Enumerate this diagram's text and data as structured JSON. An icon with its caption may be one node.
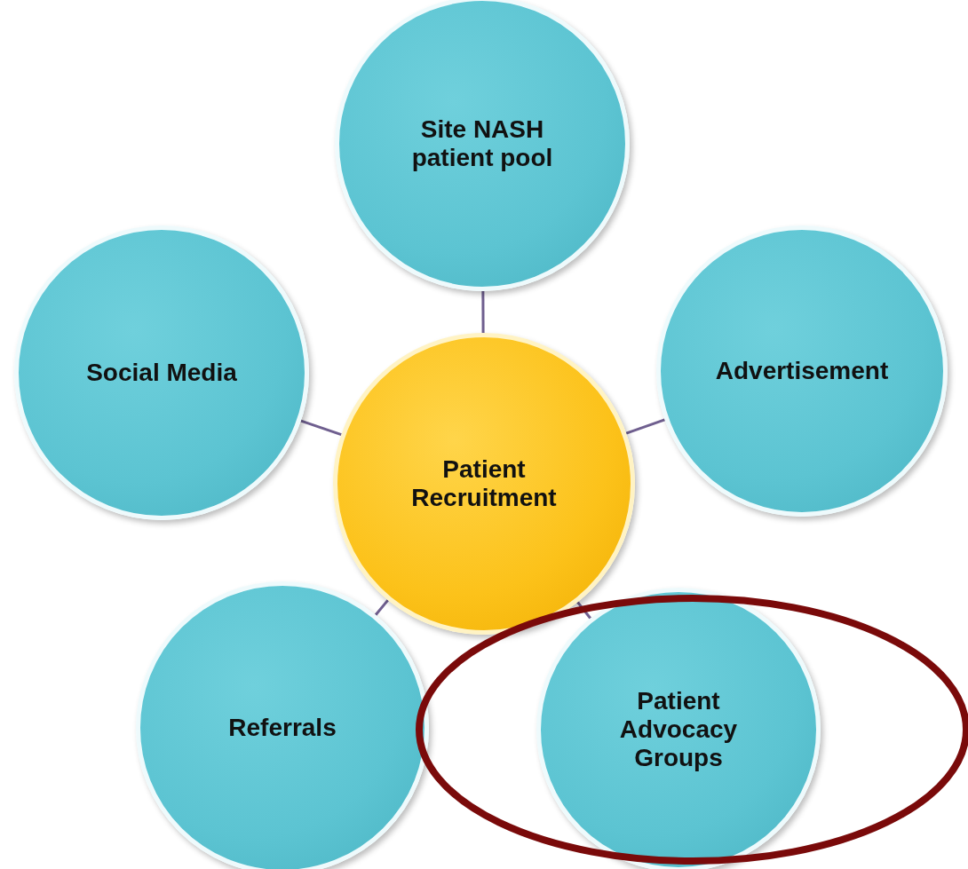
{
  "diagram": {
    "nodes": [
      {
        "text": [
          "Site NASH patient pool"
        ]
      },
      {
        "text": [
          "Social Media"
        ]
      },
      {
        "text": [
          "Advertisement"
        ]
      },
      {
        "text": [
          "Patient Recruitment"
        ]
      },
      {
        "text": [
          "Referrals"
        ]
      },
      {
        "text": [
          "Patient Advocacy Groups"
        ]
      }
    ],
    "edges": [
      {
        "from": 3,
        "to": 0,
        "arrow": "none"
      },
      {
        "from": 3,
        "to": 1,
        "arrow": "none"
      },
      {
        "from": 3,
        "to": 2,
        "arrow": "none"
      },
      {
        "from": 3,
        "to": 4,
        "arrow": "none"
      },
      {
        "from": 3,
        "to": 5,
        "arrow": "none"
      }
    ]
  }
}
